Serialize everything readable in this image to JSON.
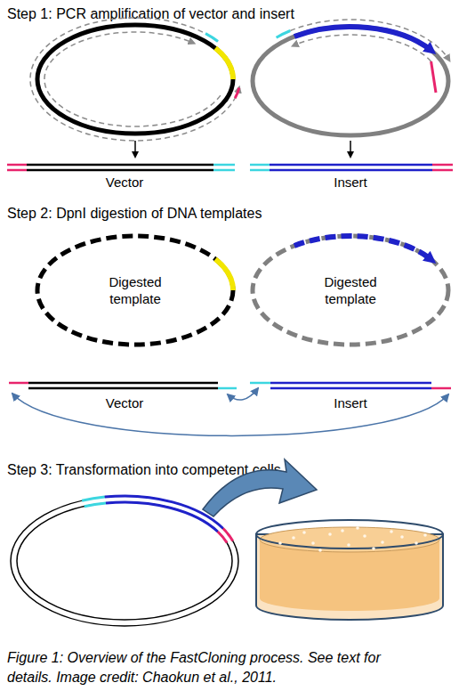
{
  "diagram": {
    "caption": "Figure 1: Overview of the FastCloning process. See text for details. Image credit: Chaokun et al., 2011.",
    "nodes": [
      {
        "text": [
          "Digested template"
        ]
      },
      {
        "text": [
          "Digested template"
        ]
      }
    ],
    "labels": [
      "Step 1: PCR amplification of vector and insert",
      "Vector",
      "Insert",
      "Step 2: DpnI digestion of DNA templates",
      "Vector",
      "Insert",
      "Step 3: Transformation into competent cells"
    ]
  }
}
